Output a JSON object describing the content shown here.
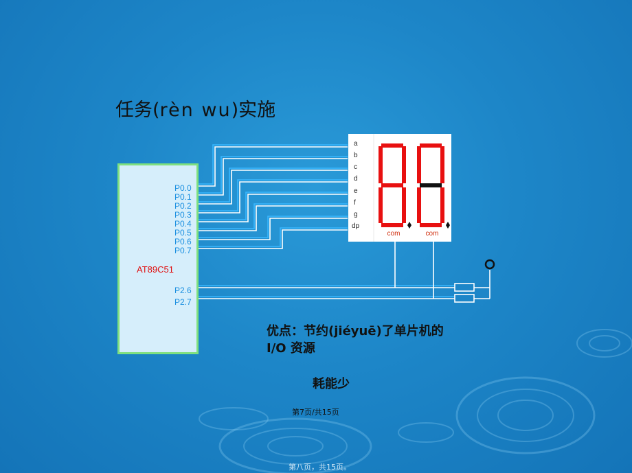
{
  "title": {
    "before": "任务(",
    "pinyin": "rèn wu",
    "after": ")实施"
  },
  "mcu": {
    "name": "AT89C51",
    "pins": [
      {
        "label": "P0.0"
      },
      {
        "label": "P0.1"
      },
      {
        "label": "P0.2"
      },
      {
        "label": "P0.3"
      },
      {
        "label": "P0.4"
      },
      {
        "label": "P0.5"
      },
      {
        "label": "P0.6"
      },
      {
        "label": "P0.7"
      },
      {
        "label": "P2.6"
      },
      {
        "label": "P2.7"
      }
    ]
  },
  "display": {
    "segment_labels": [
      "a",
      "b",
      "c",
      "d",
      "e",
      "f",
      "g",
      "dp"
    ],
    "digits": [
      {
        "com_label": "com",
        "lit_segments": [
          "a",
          "b",
          "c",
          "d",
          "e",
          "f",
          "g",
          "dp"
        ]
      },
      {
        "com_label": "com",
        "lit_segments": [
          "a",
          "b",
          "c",
          "d",
          "e",
          "f",
          "dp"
        ]
      }
    ],
    "lit_color": "#e81010",
    "dark_color": "#111111"
  },
  "advantage": {
    "line1": "优点：节约(jiéyuē)了单片机的",
    "line2": "I/O 资源",
    "line3": "耗能少"
  },
  "page_number": "第7页/共15页",
  "footer": "第八页，共15页。",
  "colors": {
    "wire": "#ffffff",
    "wire_accent": "#39b8ff",
    "background": "#1a7fc4"
  }
}
